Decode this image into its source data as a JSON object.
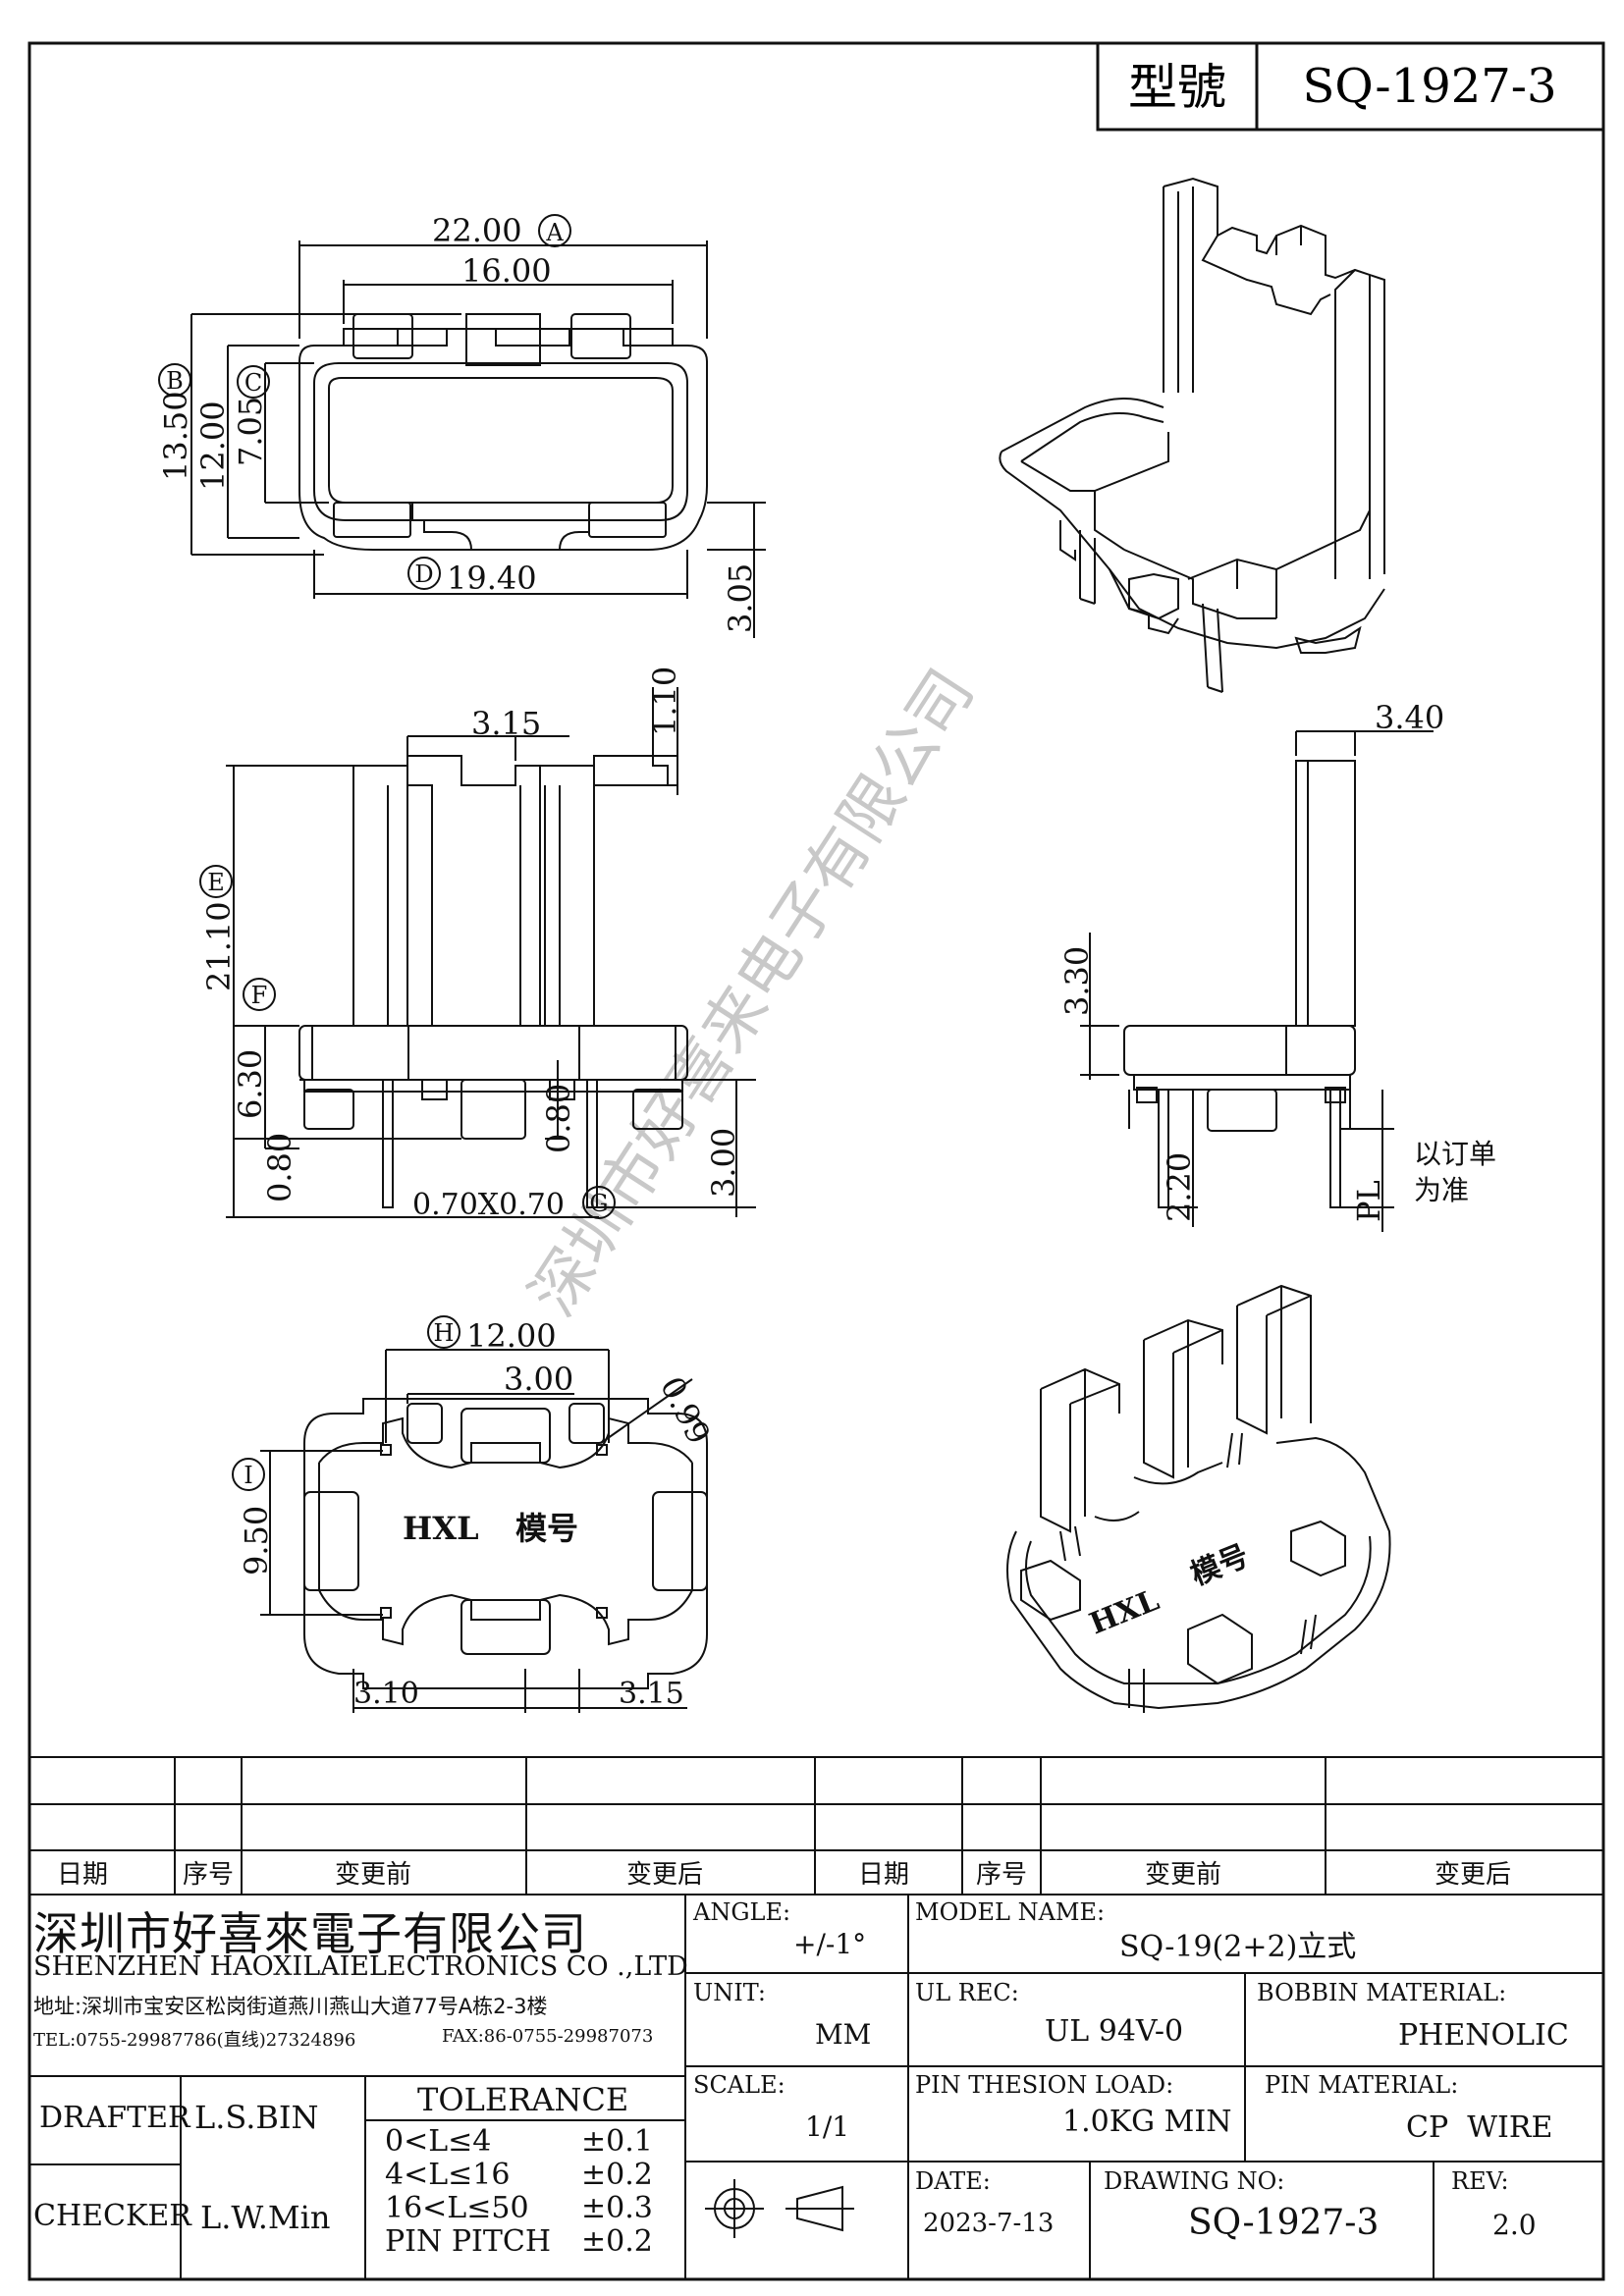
{
  "title_block": {
    "model_label": "型號",
    "model_value": "SQ-1927-3"
  },
  "dimensions": {
    "top_view": {
      "d_22_00": "22.00",
      "ref_a": "A",
      "d_16_00": "16.00",
      "d_13_50": "13.50",
      "ref_b": "B",
      "d_12_00": "12.00",
      "d_7_05": "7.05",
      "ref_c": "C",
      "d_19_40": "19.40",
      "ref_d": "D",
      "d_3_05": "3.05"
    },
    "front_view": {
      "d_3_15": "3.15",
      "d_1_10": "1.10",
      "d_21_10": "21.10",
      "ref_e": "E",
      "ref_f": "F",
      "d_6_30": "6.30",
      "d_0_80_left": "0.80",
      "d_0_80_mid": "0.80",
      "d_3_00": "3.00",
      "d_pin": "0.70X0.70",
      "ref_g": "G"
    },
    "side_view": {
      "d_3_40": "3.40",
      "d_3_30": "3.30",
      "d_2_20": "2.20",
      "d_pl": "PL",
      "note_line1": "以订单",
      "note_line2": "为准"
    },
    "bottom_view": {
      "ref_h": "H",
      "d_12_00": "12.00",
      "d_3_00": "3.00",
      "d_0_99": "0.99",
      "ref_i": "I",
      "d_9_50": "9.50",
      "d_3_10": "3.10",
      "d_3_15": "3.15",
      "mark_hxl": "HXL",
      "mark_model": "模号"
    },
    "iso_bottom": {
      "mark_hxl": "HXL",
      "mark_model": "模号"
    }
  },
  "watermark": "深圳市好喜来电子有限公司",
  "revision_table": {
    "headers": [
      "日期",
      "序号",
      "变更前",
      "变更后",
      "日期",
      "序号",
      "变更前",
      "变更后"
    ]
  },
  "company": {
    "name_cn": "深圳市好喜來電子有限公司",
    "name_en": "SHENZHEN HAOXILAIELECTRONICS CO .,LTD",
    "address": "地址:深圳市宝安区松岗街道燕川燕山大道77号A栋2-3楼",
    "tel": "TEL:0755-29987786(直线)27324896",
    "fax": "FAX:86-0755-29987073"
  },
  "people": {
    "drafter_label": "DRAFTER",
    "drafter_value": "L.S.BIN",
    "checker_label": "CHECKER",
    "checker_value": "L.W.Min"
  },
  "tolerance": {
    "title": "TOLERANCE",
    "rows": [
      {
        "range": "0<L≤4",
        "value": "±0.1"
      },
      {
        "range": "4<L≤16",
        "value": "±0.2"
      },
      {
        "range": "16<L≤50",
        "value": "±0.3"
      },
      {
        "range": "PIN PITCH",
        "value": "±0.2"
      }
    ]
  },
  "specs": {
    "angle_label": "ANGLE:",
    "angle_value": "+/-1°",
    "unit_label": "UNIT:",
    "unit_value": "MM",
    "scale_label": "SCALE:",
    "scale_value": "1/1",
    "model_name_label": "MODEL NAME:",
    "model_name_value": "SQ-19(2+2)立式",
    "ul_rec_label": "UL REC:",
    "ul_rec_value": "UL 94V-0",
    "bobbin_label": "BOBBIN MATERIAL:",
    "bobbin_value": "PHENOLIC",
    "pin_load_label": "PIN THESION LOAD:",
    "pin_load_value": "1.0KG MIN",
    "pin_mat_label": "PIN MATERIAL:",
    "pin_mat_value": "CP  WIRE",
    "date_label": "DATE:",
    "date_value": "2023-7-13",
    "drawing_no_label": "DRAWING NO:",
    "drawing_no_value": "SQ-1927-3",
    "rev_label": "REV:",
    "rev_value": "2.0"
  }
}
